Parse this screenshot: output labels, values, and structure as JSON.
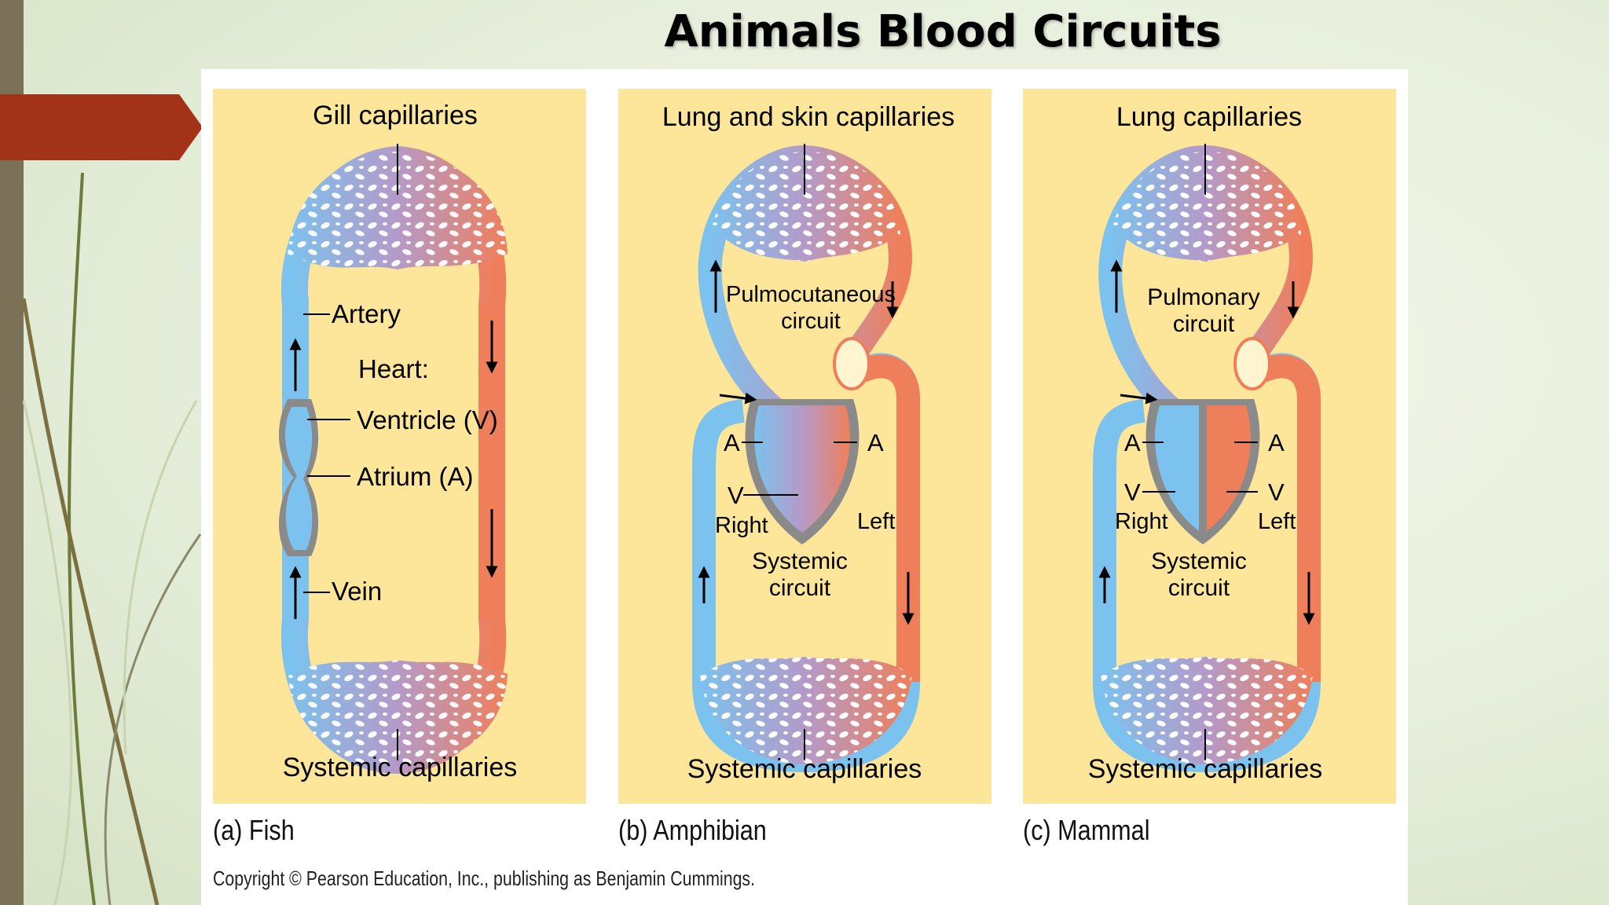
{
  "slide": {
    "title": "Animals Blood Circuits"
  },
  "figure": {
    "panels": [
      {
        "id": "fish",
        "caption": "(a) Fish",
        "top_label": "Gill capillaries",
        "bottom_label": "Systemic capillaries",
        "labels": {
          "artery": "Artery",
          "heart": "Heart:",
          "ventricle": "Ventricle (V)",
          "atrium": "Atrium (A)",
          "vein": "Vein"
        }
      },
      {
        "id": "amphibian",
        "caption": "(b) Amphibian",
        "top_label": "Lung and skin capillaries",
        "bottom_label": "Systemic capillaries",
        "labels": {
          "pulm_line1": "Pulmocutaneous",
          "pulm_line2": "circuit",
          "atrium_left": "A",
          "atrium_right": "A",
          "ventricle": "V",
          "right": "Right",
          "left": "Left",
          "sys_line1": "Systemic",
          "sys_line2": "circuit"
        }
      },
      {
        "id": "mammal",
        "caption": "(c) Mammal",
        "top_label": "Lung capillaries",
        "bottom_label": "Systemic capillaries",
        "labels": {
          "pulm_line1": "Pulmonary",
          "pulm_line2": "circuit",
          "atrium_left": "A",
          "atrium_right": "A",
          "ventricle_left": "V",
          "ventricle_right": "V",
          "right": "Right",
          "left": "Left",
          "sys_line1": "Systemic",
          "sys_line2": "circuit"
        }
      }
    ],
    "copyright": "Copyright © Pearson Education, Inc., publishing as Benjamin Cummings."
  },
  "colors": {
    "panel_bg": "#fde59a",
    "oxygen_poor": "#7cc2ee",
    "oxygen_rich": "#ef7f5a",
    "mixed": "#b49ac8",
    "heart_outline": "#8a8a8a",
    "accent": "#a23218"
  }
}
